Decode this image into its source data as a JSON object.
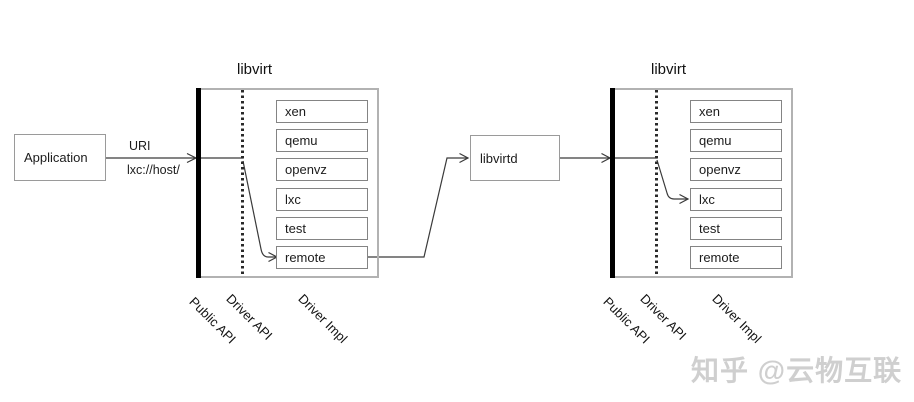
{
  "app": {
    "label": "Application"
  },
  "connection": {
    "uri_label": "URI",
    "uri_value": "lxc://host/"
  },
  "daemon": {
    "label": "libvirtd"
  },
  "stacks": [
    {
      "title": "libvirt",
      "drivers": [
        "xen",
        "qemu",
        "openvz",
        "lxc",
        "test",
        "remote"
      ],
      "columns": [
        "Public API",
        "Driver API",
        "Driver Impl"
      ]
    },
    {
      "title": "libvirt",
      "drivers": [
        "xen",
        "qemu",
        "openvz",
        "lxc",
        "test",
        "remote"
      ],
      "columns": [
        "Public API",
        "Driver API",
        "Driver Impl"
      ]
    }
  ],
  "watermark": {
    "text": "知乎 @云物互联"
  },
  "colors": {
    "line": "#3a3a3a",
    "outer_border": "#b2b2b2",
    "box_border": "#848484",
    "public_api_bar": "#000000",
    "watermark": "#cfcfcf"
  }
}
